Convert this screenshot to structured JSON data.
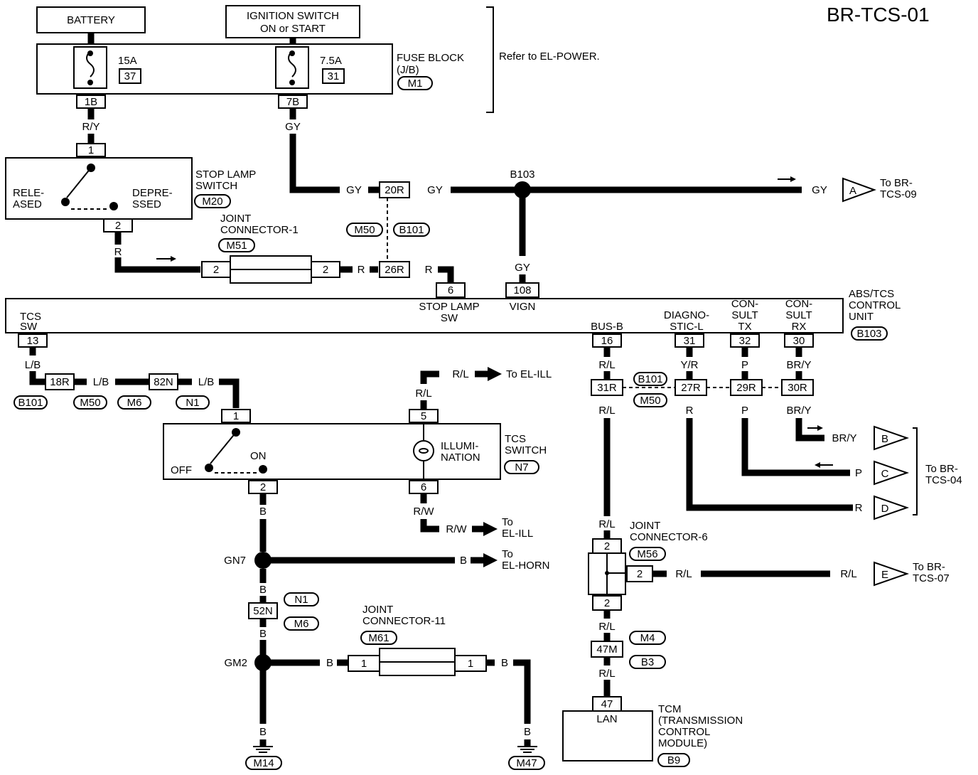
{
  "title": "BR-TCS-01",
  "power": {
    "battery": "BATTERY",
    "ignition_line1": "IGNITION SWITCH",
    "ignition_line2": "ON or START"
  },
  "fuses": [
    {
      "rating": "15A",
      "number": "37"
    },
    {
      "rating": "7.5A",
      "number": "31"
    }
  ],
  "fuse_block": {
    "label": "FUSE BLOCK",
    "sublabel": "(J/B)",
    "connector": "M1",
    "refer": "Refer to EL-POWER."
  },
  "connectors": {
    "c1b": "1B",
    "c7b": "7B",
    "c20r": "20R",
    "c26r": "26R",
    "c18r": "18R",
    "c82n": "82N",
    "c52n": "52N",
    "c31r": "31R",
    "c27r": "27R",
    "c29r": "29R",
    "c30r": "30R",
    "c47m": "47M",
    "m50": "M50",
    "b101": "B101",
    "m6": "M6",
    "n1": "N1",
    "m4": "M4",
    "b3": "B3"
  },
  "wires": {
    "ry": "R/Y",
    "gy": "GY",
    "r": "R",
    "lb": "L/B",
    "rl": "R/L",
    "rw": "R/W",
    "b": "B",
    "yr": "Y/R",
    "p": "P",
    "bry": "BR/Y"
  },
  "splices": {
    "b103": "B103",
    "gn7": "GN7",
    "gm2": "GM2"
  },
  "stop_lamp_switch": {
    "pin1": "1",
    "pin2": "2",
    "released_1": "RELE-",
    "released_2": "ASED",
    "depressed_1": "DEPRE-",
    "depressed_2": "SSED",
    "label_1": "STOP LAMP",
    "label_2": "SWITCH",
    "connector": "M20"
  },
  "joint_connector_1": {
    "label_1": "JOINT",
    "label_2": "CONNECTOR-1",
    "connector": "M51",
    "pin": "2"
  },
  "abs_unit": {
    "pins": {
      "stop_lamp": "6",
      "vign": "108",
      "tcs_sw": "13",
      "bus_b": "16",
      "diag": "31",
      "tx": "32",
      "rx": "30"
    },
    "stop_lamp_1": "STOP LAMP",
    "stop_lamp_2": "SW",
    "vign": "VIGN",
    "tcs_sw_1": "TCS",
    "tcs_sw_2": "SW",
    "bus_b": "BUS-B",
    "diag_1": "DIAGNO-",
    "diag_2": "STIC-L",
    "tx_1": "CON-",
    "tx_2": "SULT",
    "tx_3": "TX",
    "rx_1": "CON-",
    "rx_2": "SULT",
    "rx_3": "RX",
    "label_1": "ABS/TCS",
    "label_2": "CONTROL",
    "label_3": "UNIT",
    "connector": "B103"
  },
  "tcs_switch": {
    "pin1": "1",
    "pin2": "2",
    "pin5": "5",
    "pin6": "6",
    "off": "OFF",
    "on": "ON",
    "illumination_1": "ILLUMI-",
    "illumination_2": "NATION",
    "label_1": "TCS",
    "label_2": "SWITCH",
    "connector": "N7"
  },
  "joint_connector_11": {
    "label_1": "JOINT",
    "label_2": "CONNECTOR-11",
    "connector": "M61",
    "pin": "1"
  },
  "joint_connector_6": {
    "label_1": "JOINT",
    "label_2": "CONNECTOR-6",
    "connector": "M56",
    "pin": "2"
  },
  "grounds": {
    "m14": "M14",
    "m47": "M47"
  },
  "tcm": {
    "pin": "47",
    "lan": "LAN",
    "label_1": "TCM",
    "label_2": "(TRANSMISSION",
    "label_3": "CONTROL",
    "label_4": "MODULE)",
    "connector": "B9"
  },
  "refs": {
    "a": {
      "letter": "A",
      "target_1": "To BR-",
      "target_2": "TCS-09"
    },
    "b": {
      "letter": "B"
    },
    "c": {
      "letter": "C"
    },
    "d": {
      "letter": "D"
    },
    "bcd_target_1": "To BR-",
    "bcd_target_2": "TCS-04",
    "e": {
      "letter": "E",
      "target_1": "To BR-",
      "target_2": "TCS-07"
    },
    "el_ill_top": "To EL-ILL",
    "el_ill_bottom_1": "To",
    "el_ill_bottom_2": "EL-ILL",
    "el_horn_1": "To",
    "el_horn_2": "EL-HORN"
  }
}
